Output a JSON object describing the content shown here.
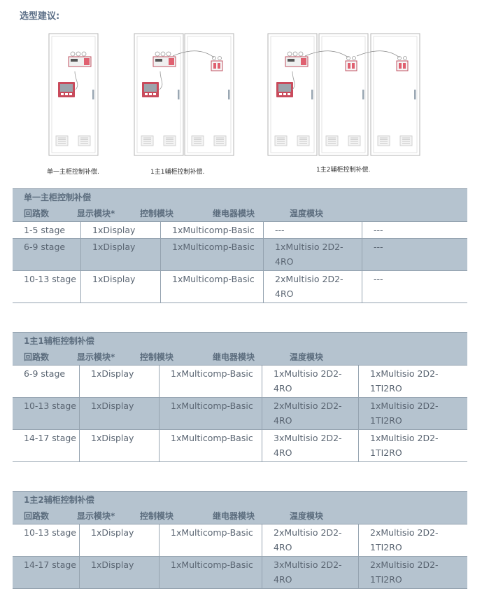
{
  "heading": "选型建议:",
  "figure": {
    "captions": [
      "单一主柜控制补偿.",
      "1主1辅柜控制补偿.",
      "1主2辅柜控制补偿."
    ]
  },
  "sections": [
    {
      "title": "单一主柜控制补偿",
      "headers": [
        "回路数",
        "显示模块*",
        "控制模块",
        "继电器模块",
        "温度模块"
      ],
      "rows": [
        [
          "1-5 stage",
          "1xDisplay",
          "1xMulticomp-Basic",
          "---",
          "---"
        ],
        [
          "6-9 stage",
          "1xDisplay",
          "1xMulticomp-Basic",
          "1xMultisio 2D2-4RO",
          "---"
        ],
        [
          "10-13 stage",
          "1xDisplay",
          "1xMulticomp-Basic",
          "2xMultisio 2D2-4RO",
          "---"
        ]
      ]
    },
    {
      "title": "1主1辅柜控制补偿",
      "headers": [
        "回路数",
        "显示模块*",
        "控制模块",
        "继电器模块",
        "温度模块"
      ],
      "rows": [
        [
          "6-9 stage",
          "1xDisplay",
          "1xMulticomp-Basic",
          "1xMultisio 2D2-4RO",
          "1xMultisio 2D2-1TI2RO"
        ],
        [
          "10-13 stage",
          "1xDisplay",
          "1xMulticomp-Basic",
          "2xMultisio 2D2-4RO",
          "1xMultisio 2D2-1TI2RO"
        ],
        [
          "14-17 stage",
          "1xDisplay",
          "1xMulticomp-Basic",
          "3xMultisio 2D2-4RO",
          "1xMultisio 2D2-1TI2RO"
        ]
      ]
    },
    {
      "title": "1主2辅柜控制补偿",
      "headers": [
        "回路数",
        "显示模块*",
        "控制模块",
        "继电器模块",
        "温度模块"
      ],
      "rows": [
        [
          "10-13 stage",
          "1xDisplay",
          "1xMulticomp-Basic",
          "2xMultisio 2D2-4RO",
          "2xMultisio 2D2-1TI2RO"
        ],
        [
          "14-17 stage",
          "1xDisplay",
          "1xMulticomp-Basic",
          "3xMultisio 2D2-4RO",
          "2xMultisio 2D2-1TI2RO"
        ]
      ]
    }
  ]
}
